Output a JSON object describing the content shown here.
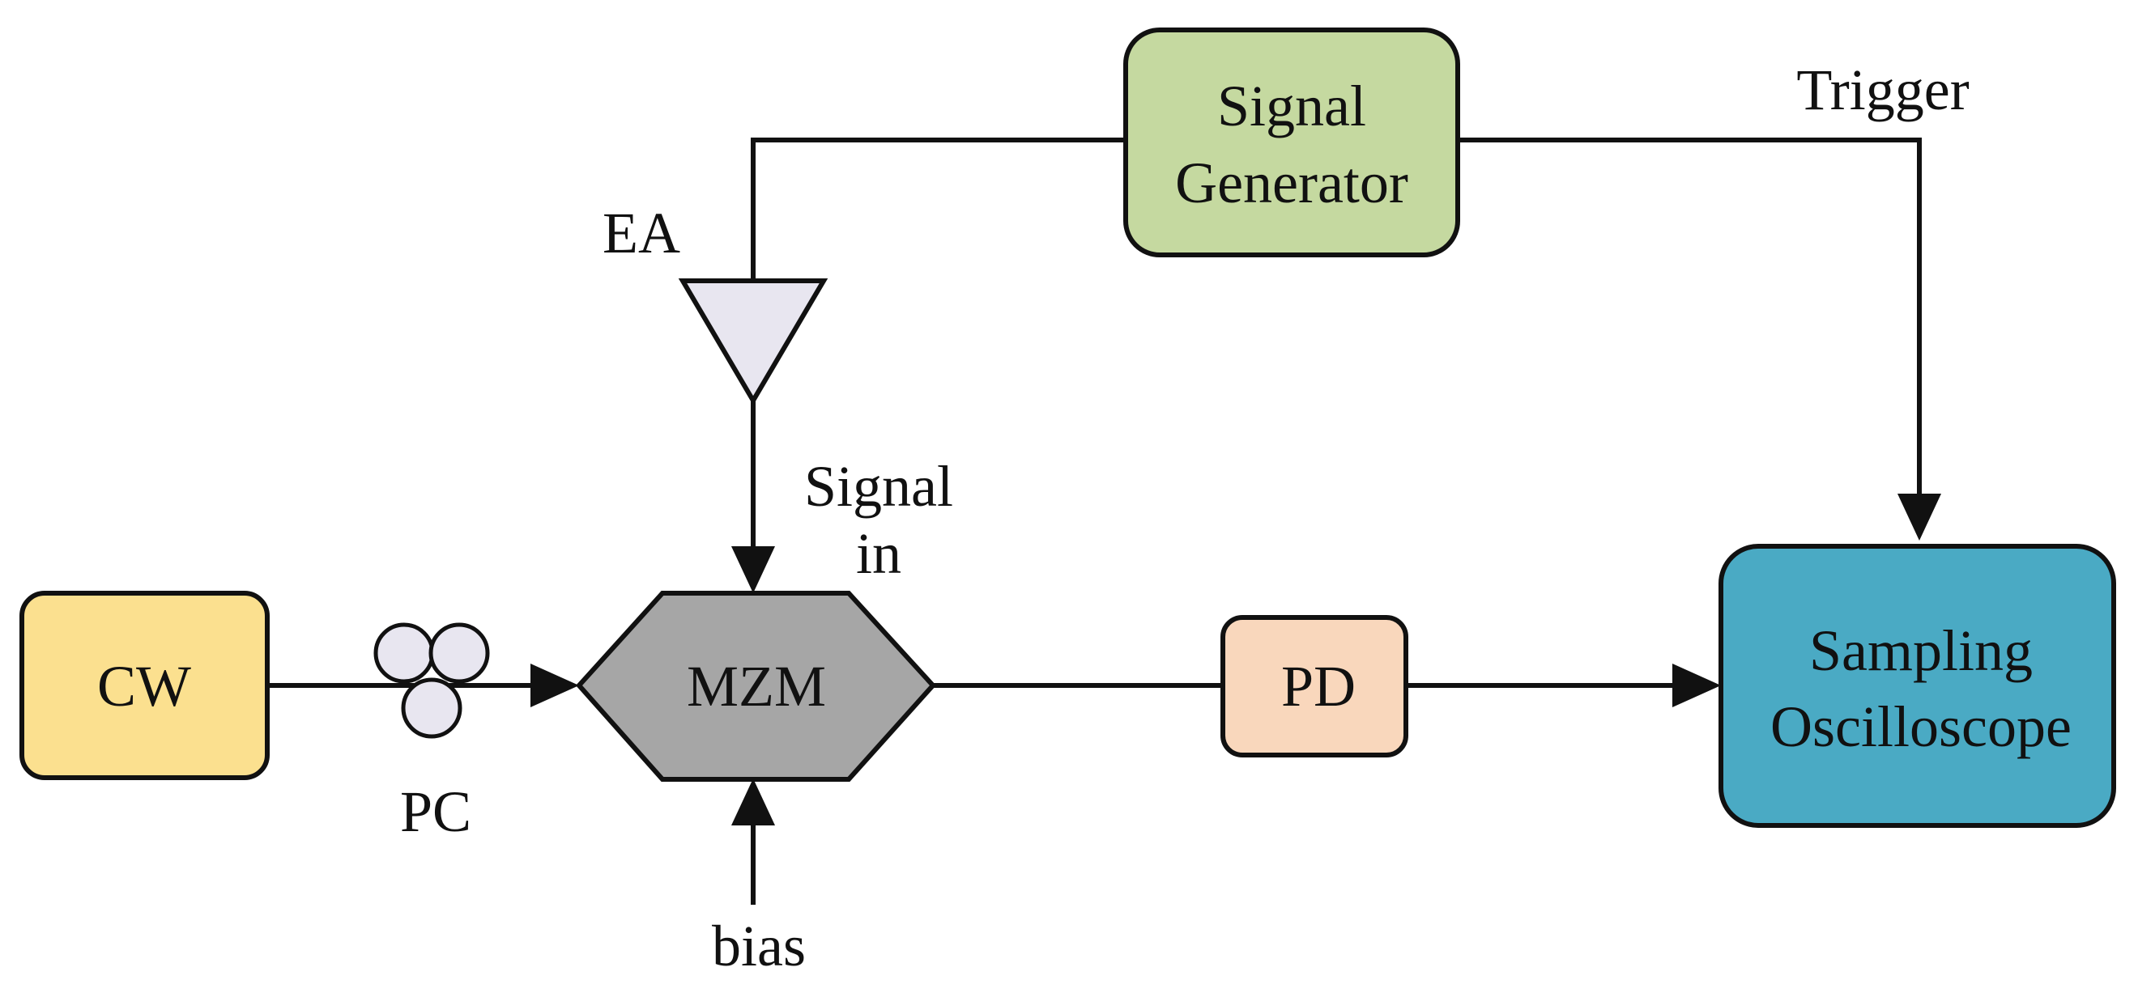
{
  "diagram": {
    "blocks": {
      "cw": {
        "label": "CW",
        "color": "#FBE08F"
      },
      "signal_generator": {
        "lines": [
          "Signal",
          "Generator"
        ],
        "color": "#C5D9A0"
      },
      "pd": {
        "label": "PD",
        "color": "#F9D7BC"
      },
      "sampling_oscilloscope": {
        "lines": [
          "Sampling",
          "Oscilloscope"
        ],
        "color": "#4AAAC4"
      },
      "mzm": {
        "label": "MZM",
        "color": "#A6A6A6"
      },
      "ea": {
        "label": "EA",
        "color": "#E8E6F0"
      },
      "pc": {
        "label": "PC",
        "color": "#E8E6F0"
      }
    },
    "labels": {
      "trigger": "Trigger",
      "signal_in": [
        "Signal",
        "in"
      ],
      "bias": "bias"
    },
    "line_color": "#111111"
  }
}
